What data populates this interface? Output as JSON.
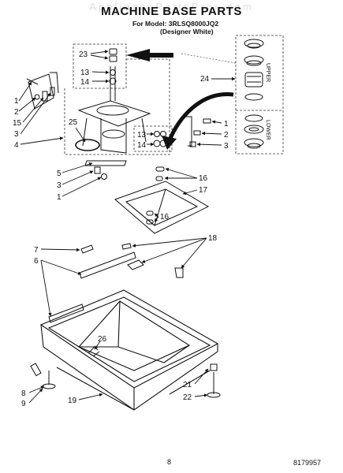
{
  "watermark": "AppliancePartsPros.com",
  "title": "MACHINE BASE PARTS",
  "model_line": "For Model: 3RLSQ8000JQ2",
  "variant_line": "(Designer White)",
  "page_number": "8",
  "document_number": "8179957",
  "side_labels": {
    "upper": "UPPER",
    "lower": "LOWER"
  },
  "callouts": {
    "c23": "23",
    "c13a": "13",
    "c14a": "14",
    "c1a": "1",
    "c2a": "2",
    "c15": "15",
    "c3a": "3",
    "c4": "4",
    "c25": "25",
    "c24": "24",
    "c13b": "13",
    "c14b": "14",
    "c1b": "1",
    "c2b": "2",
    "c3b": "3",
    "c5": "5",
    "c3c": "3",
    "c1c": "1",
    "c16a": "16",
    "c17": "17",
    "c16b": "16",
    "c18": "18",
    "c7": "7",
    "c6": "6",
    "c26": "26",
    "c8": "8",
    "c9": "9",
    "c19": "19",
    "c21": "21",
    "c22": "22"
  }
}
